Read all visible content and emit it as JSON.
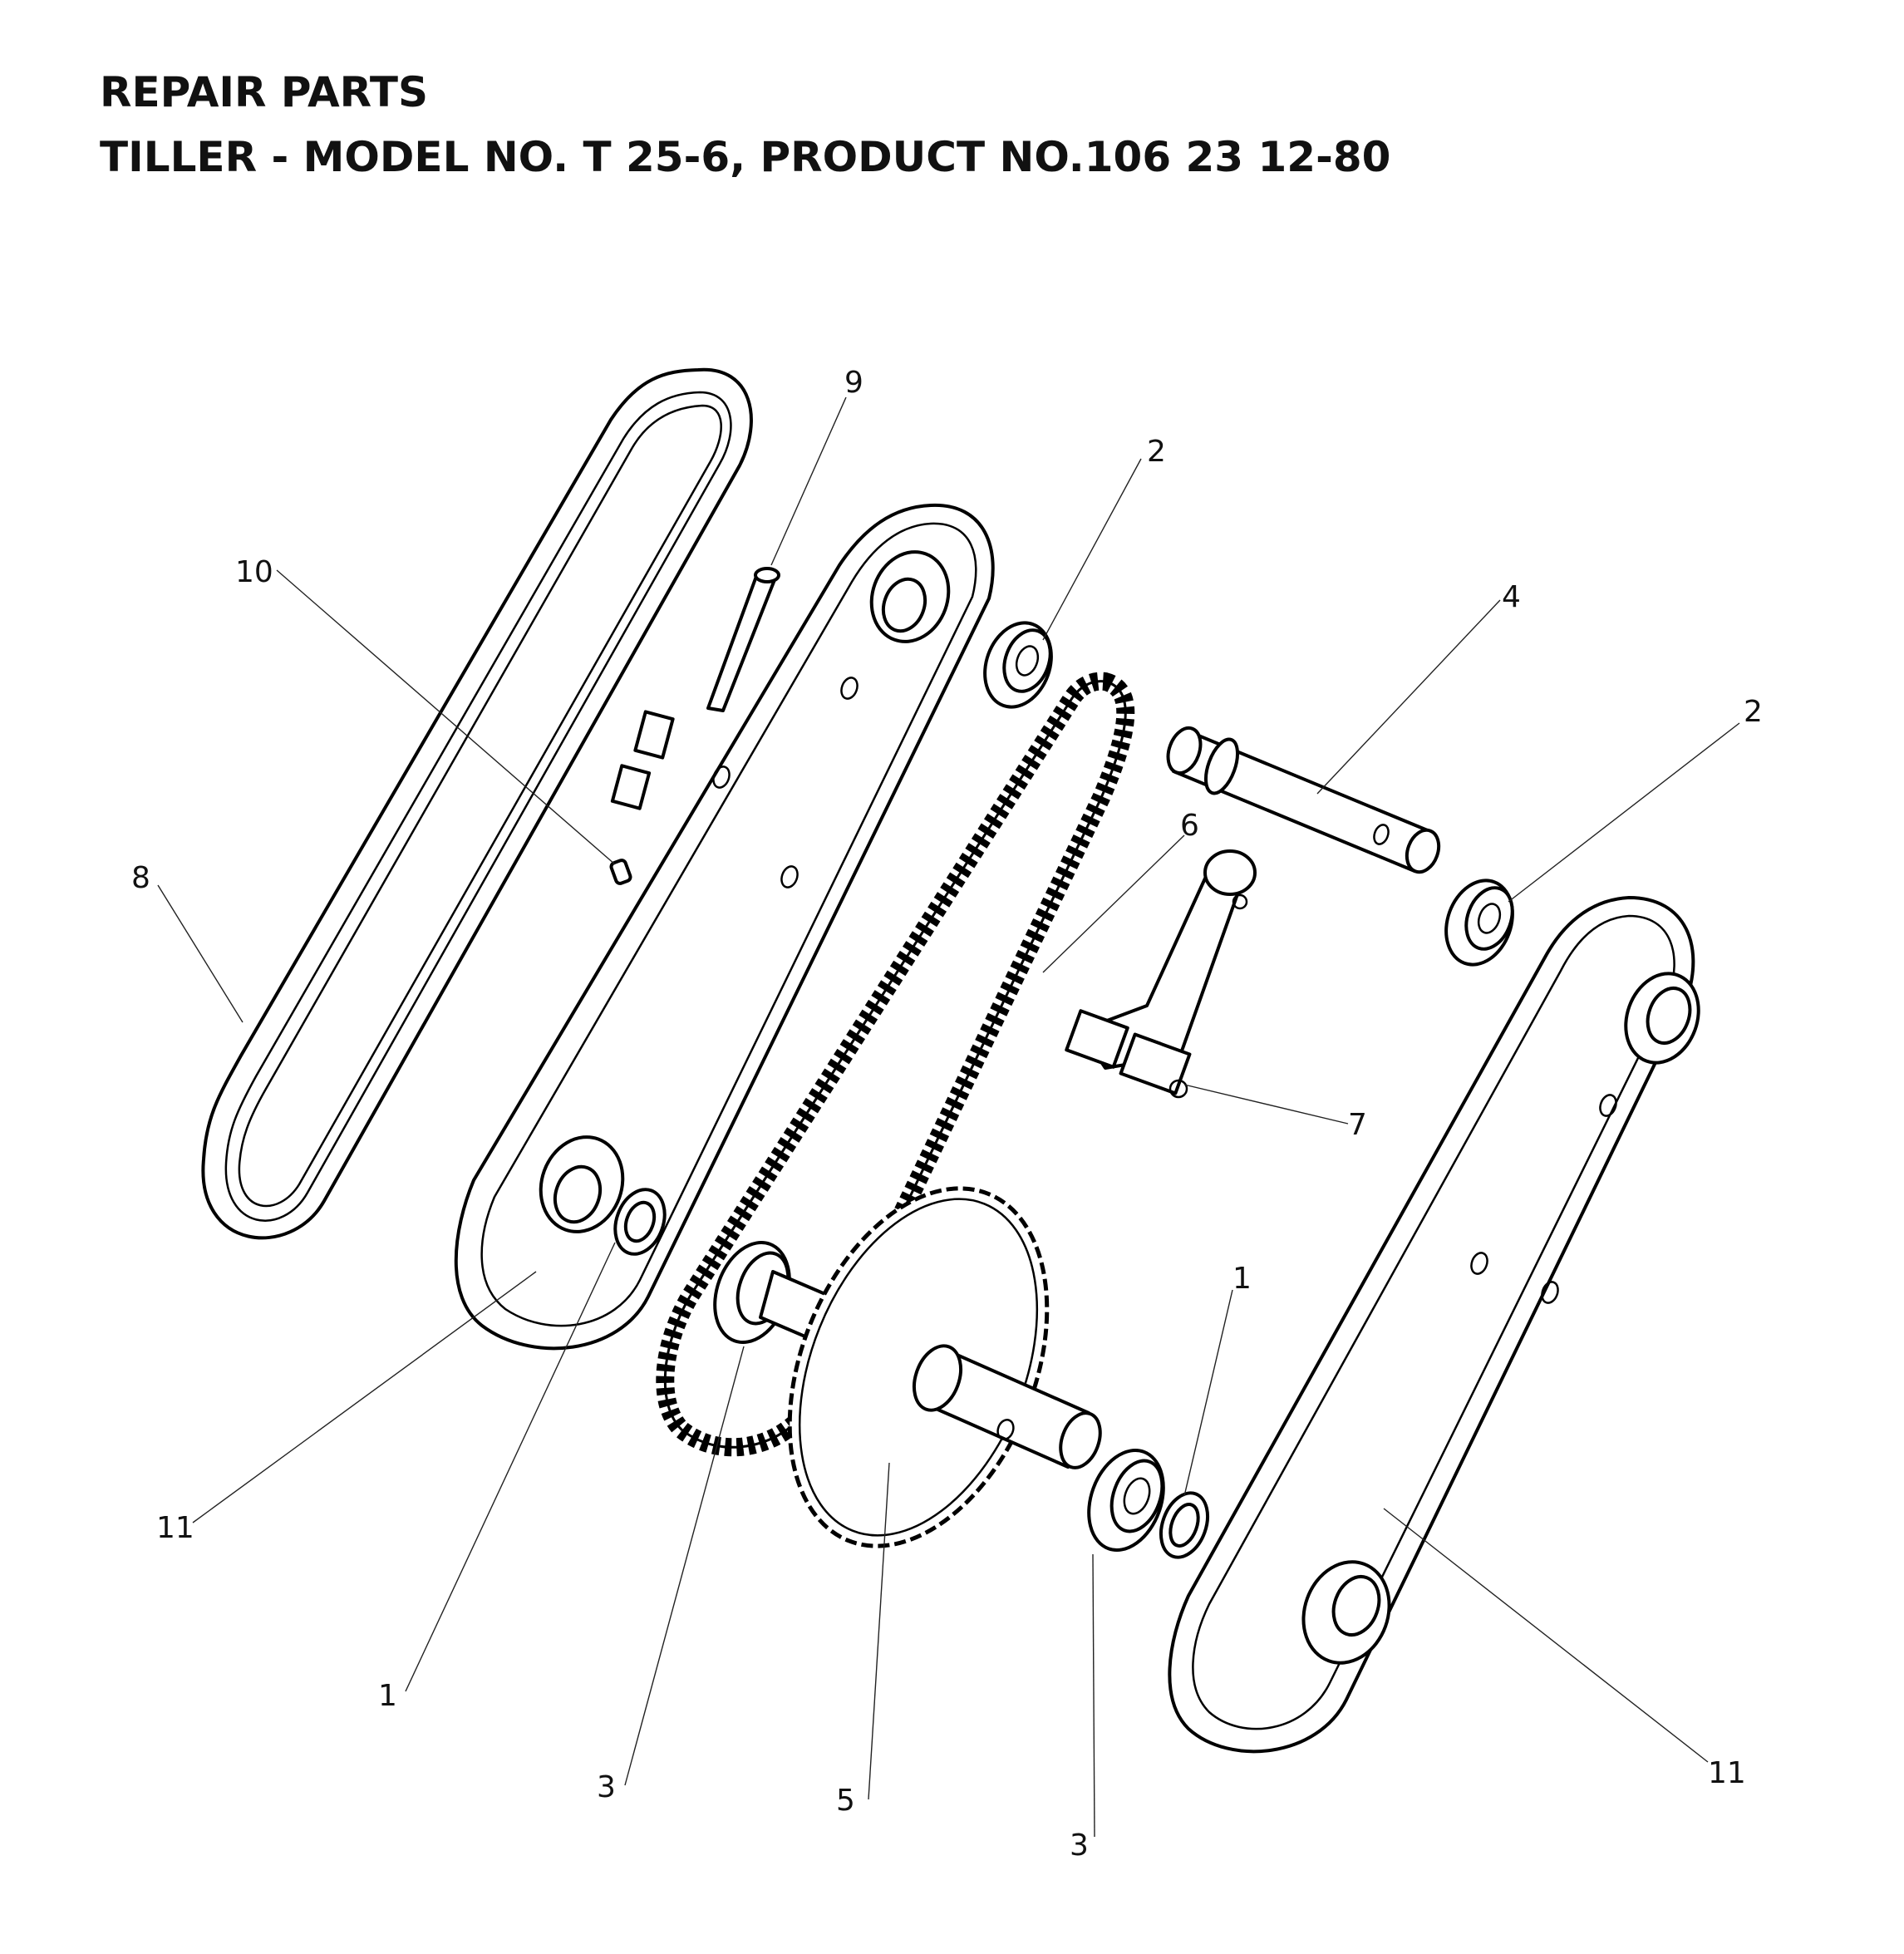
{
  "header": {
    "title": "REPAIR PARTS",
    "subtitle": "TILLER - MODEL NO. T 25-6, PRODUCT NO.106 23 12-80"
  },
  "callouts": [
    {
      "id": "c9",
      "text": "9"
    },
    {
      "id": "c2a",
      "text": "2"
    },
    {
      "id": "c10",
      "text": "10"
    },
    {
      "id": "c4",
      "text": "4"
    },
    {
      "id": "c2b",
      "text": "2"
    },
    {
      "id": "c6",
      "text": "6"
    },
    {
      "id": "c8",
      "text": "8"
    },
    {
      "id": "c7",
      "text": "7"
    },
    {
      "id": "c1b",
      "text": "1"
    },
    {
      "id": "c11a",
      "text": "11"
    },
    {
      "id": "c1a",
      "text": "1"
    },
    {
      "id": "c3a",
      "text": "3"
    },
    {
      "id": "c5",
      "text": "5"
    },
    {
      "id": "c3b",
      "text": "3"
    },
    {
      "id": "c11b",
      "text": "11"
    }
  ]
}
